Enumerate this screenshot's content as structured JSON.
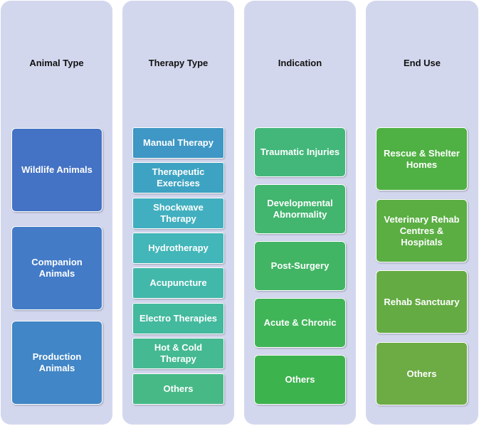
{
  "columns": [
    {
      "title": "Animal Type",
      "items": [
        {
          "label": "Wildlife Animals",
          "color": "#4472c4"
        },
        {
          "label": "Companion\nAnimals",
          "color": "#437bc7"
        },
        {
          "label": "Production\nAnimals",
          "color": "#4186c6"
        }
      ]
    },
    {
      "title": "Therapy Type",
      "items": [
        {
          "label": "Manual Therapy",
          "color": "#3e97c4"
        },
        {
          "label": "Therapeutic\nExercises",
          "color": "#3ea3c2"
        },
        {
          "label": "Shockwave\nTherapy",
          "color": "#41afbf"
        },
        {
          "label": "Hydrotherapy",
          "color": "#42b6b8"
        },
        {
          "label": "Acupuncture",
          "color": "#42b8ab"
        },
        {
          "label": "Electro Therapies",
          "color": "#43b99e"
        },
        {
          "label": "Hot & Cold\nTherapy",
          "color": "#44b992"
        },
        {
          "label": "Others",
          "color": "#47b987"
        }
      ]
    },
    {
      "title": "Indication",
      "items": [
        {
          "label": "Traumatic Injuries",
          "color": "#43b77a"
        },
        {
          "label": "Developmental\nAbnormality",
          "color": "#42b56e"
        },
        {
          "label": "Post-Surgery",
          "color": "#41b564"
        },
        {
          "label": "Acute & Chronic",
          "color": "#40b558"
        },
        {
          "label": "Others",
          "color": "#3db34e"
        }
      ]
    },
    {
      "title": "End Use",
      "items": [
        {
          "label": "Rescue & Shelter\nHomes",
          "color": "#4fb043"
        },
        {
          "label": "Veterinary Rehab\nCentres &\nHospitals",
          "color": "#5aae42"
        },
        {
          "label": "Rehab Sanctuary",
          "color": "#64ab43"
        },
        {
          "label": "Others",
          "color": "#6dab45"
        }
      ]
    }
  ]
}
